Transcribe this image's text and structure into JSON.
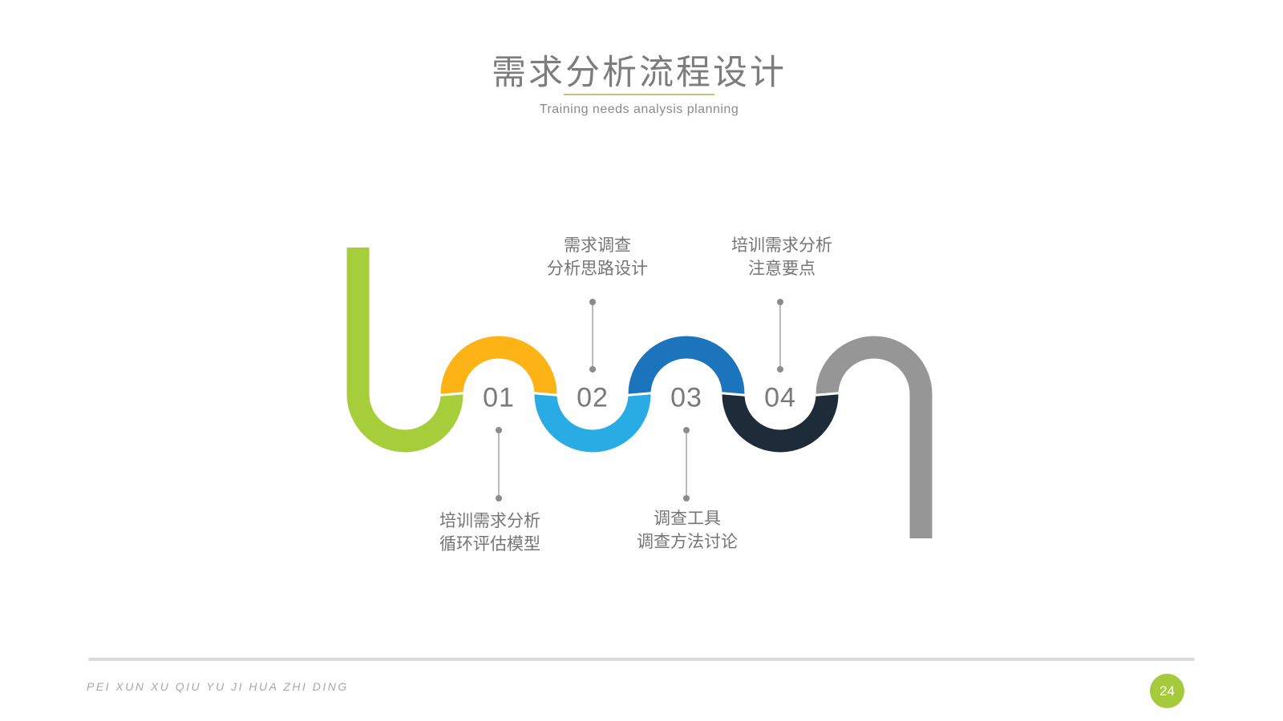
{
  "header": {
    "title": "需求分析流程设计",
    "subtitle": "Training needs analysis planning"
  },
  "steps": [
    {
      "number": "01",
      "label_line1": "培训需求分析",
      "label_line2": "循环评估模型",
      "label_position": "below"
    },
    {
      "number": "02",
      "label_line1": "需求调查",
      "label_line2": "分析思路设计",
      "label_position": "above"
    },
    {
      "number": "03",
      "label_line1": "调查工具",
      "label_line2": "调查方法讨论",
      "label_position": "below"
    },
    {
      "number": "04",
      "label_line1": "培训需求分析",
      "label_line2": "注意要点",
      "label_position": "above"
    }
  ],
  "colors": {
    "segment_green": "#a6ce3a",
    "segment_yellow": "#fbb316",
    "segment_light_blue": "#29abe3",
    "segment_dark_blue": "#1c75bc",
    "segment_navy": "#1e2b39",
    "segment_gray": "#969696",
    "title_underline": "#c3c380",
    "page_badge": "#a5ca3b"
  },
  "footer": {
    "text": "PEI XUN XU QIU YU JI HUA ZHI DING",
    "page_number": "24"
  }
}
